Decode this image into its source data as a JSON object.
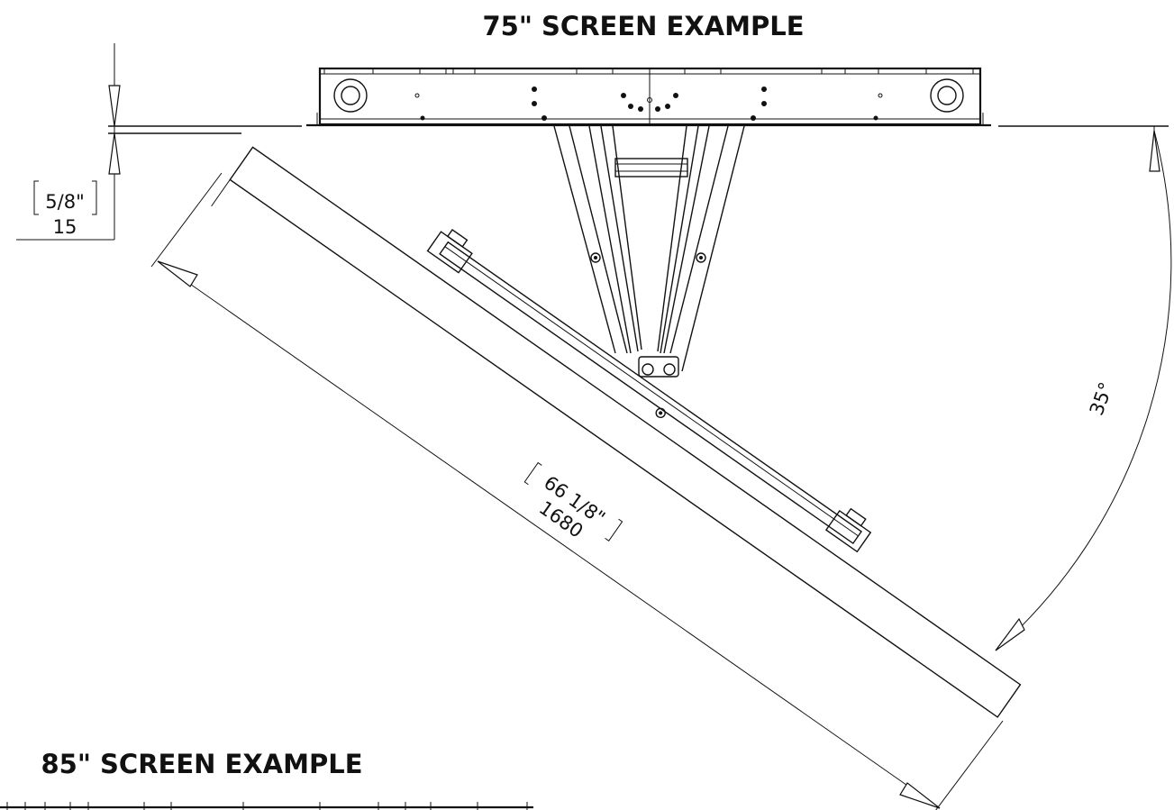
{
  "title_top": "75\" SCREEN EXAMPLE",
  "title_bottom": "85\" SCREEN EXAMPLE",
  "offset_dimension": {
    "inches": "5/8\"",
    "mm": "15"
  },
  "screen_dimension": {
    "inches": "66 1/8\"",
    "mm": "1680"
  },
  "tilt_angle": "35°"
}
